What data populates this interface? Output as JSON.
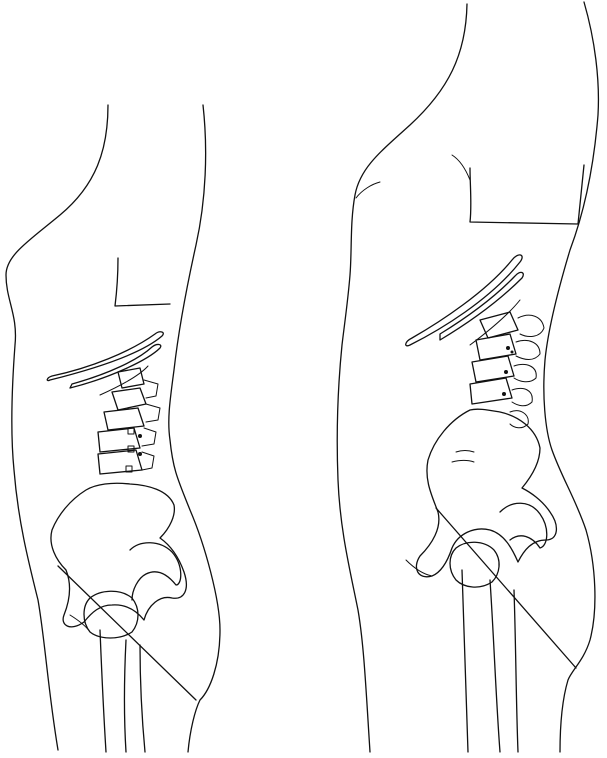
{
  "figures": [
    {
      "name": "left-figure",
      "axis_line": "pelvic-inclination-line"
    },
    {
      "name": "right-figure",
      "axis_line": "pelvic-inclination-line"
    }
  ],
  "colors": {
    "ink": "#111111",
    "paper": "#ffffff"
  }
}
